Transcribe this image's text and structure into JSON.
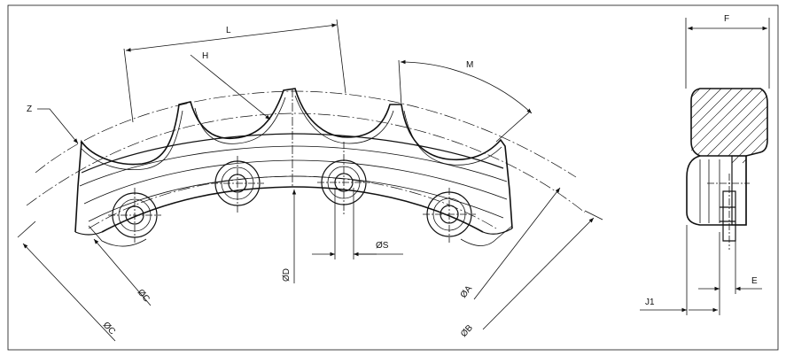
{
  "labels": {
    "L": "L",
    "H": "H",
    "M": "M",
    "Z": "Z",
    "S": "ØS",
    "D": "ØD",
    "C": "ØC",
    "A": "ØA",
    "B": "ØB",
    "F": "F",
    "E": "E",
    "J1": "J1"
  },
  "colors": {
    "line": "#111111",
    "background": "#ffffff"
  }
}
